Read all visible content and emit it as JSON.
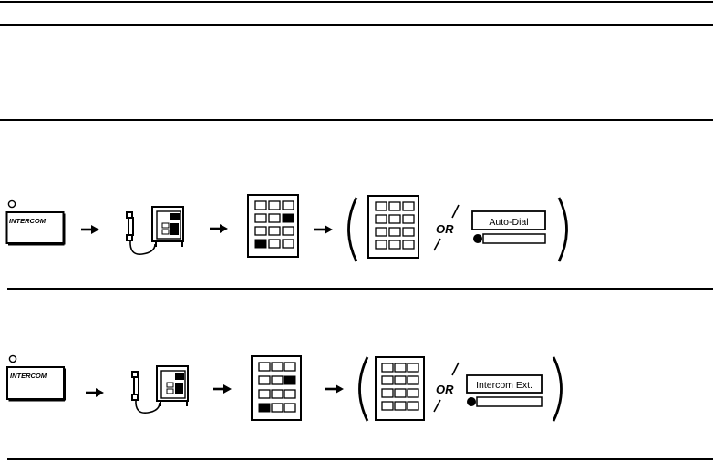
{
  "sequences": [
    {
      "intercom_label": "INTERCOM",
      "or_label": "OR",
      "button_label": "Auto-Dial"
    },
    {
      "intercom_label": "INTERCOM",
      "or_label": "OR",
      "button_label": "Intercom Ext."
    }
  ]
}
